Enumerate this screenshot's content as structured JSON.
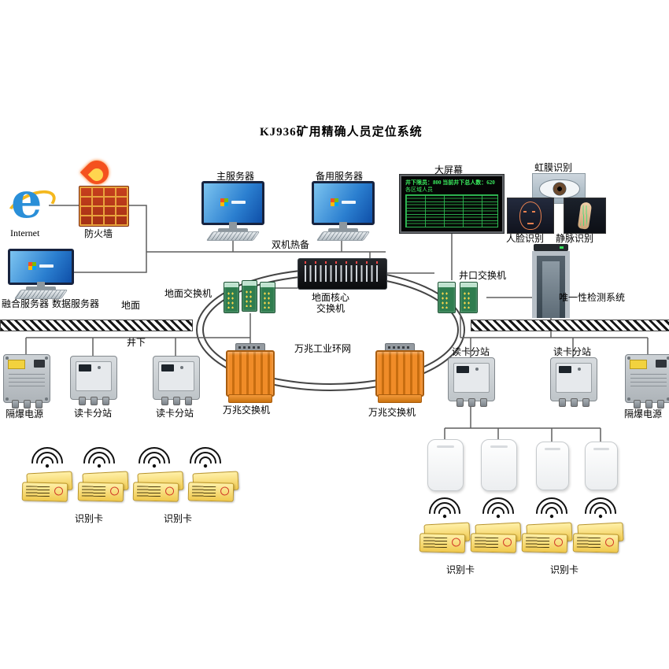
{
  "title": "KJ936矿用精确人员定位系统",
  "nodes": {
    "internet": "Internet",
    "firewall": "防火墙",
    "main_server": "主服务器",
    "backup_server": "备用服务器",
    "dual_hot_backup": "双机热备",
    "big_screen": "大屏幕",
    "iris": "虹膜识别",
    "face": "人脸识别",
    "vein": "静脉识别",
    "fusion_server": "融合服务器",
    "data_server": "数据服务器",
    "ground": "地面",
    "underground": "井下",
    "ground_switch": "地面交换机",
    "core_switch_line1": "地面核心",
    "core_switch_line2": "交换机",
    "wellhead_switch": "井口交换机",
    "uniqueness_system": "唯一性检测系统",
    "ring_network": "万兆工业环网",
    "tengig_switch": "万兆交换机",
    "card_substation": "读卡分站",
    "exproof_power": "隔爆电源",
    "id_card": "识别卡"
  },
  "big_screen_content": {
    "line1": "井下限员：800  当前井下总人数：620",
    "line2": "各区域人员"
  },
  "colors": {
    "orange_switch": "#f08c28",
    "card_yellow": "#f0c94e",
    "screen_green": "#3bf060",
    "line_gray": "#5f5f5f"
  }
}
